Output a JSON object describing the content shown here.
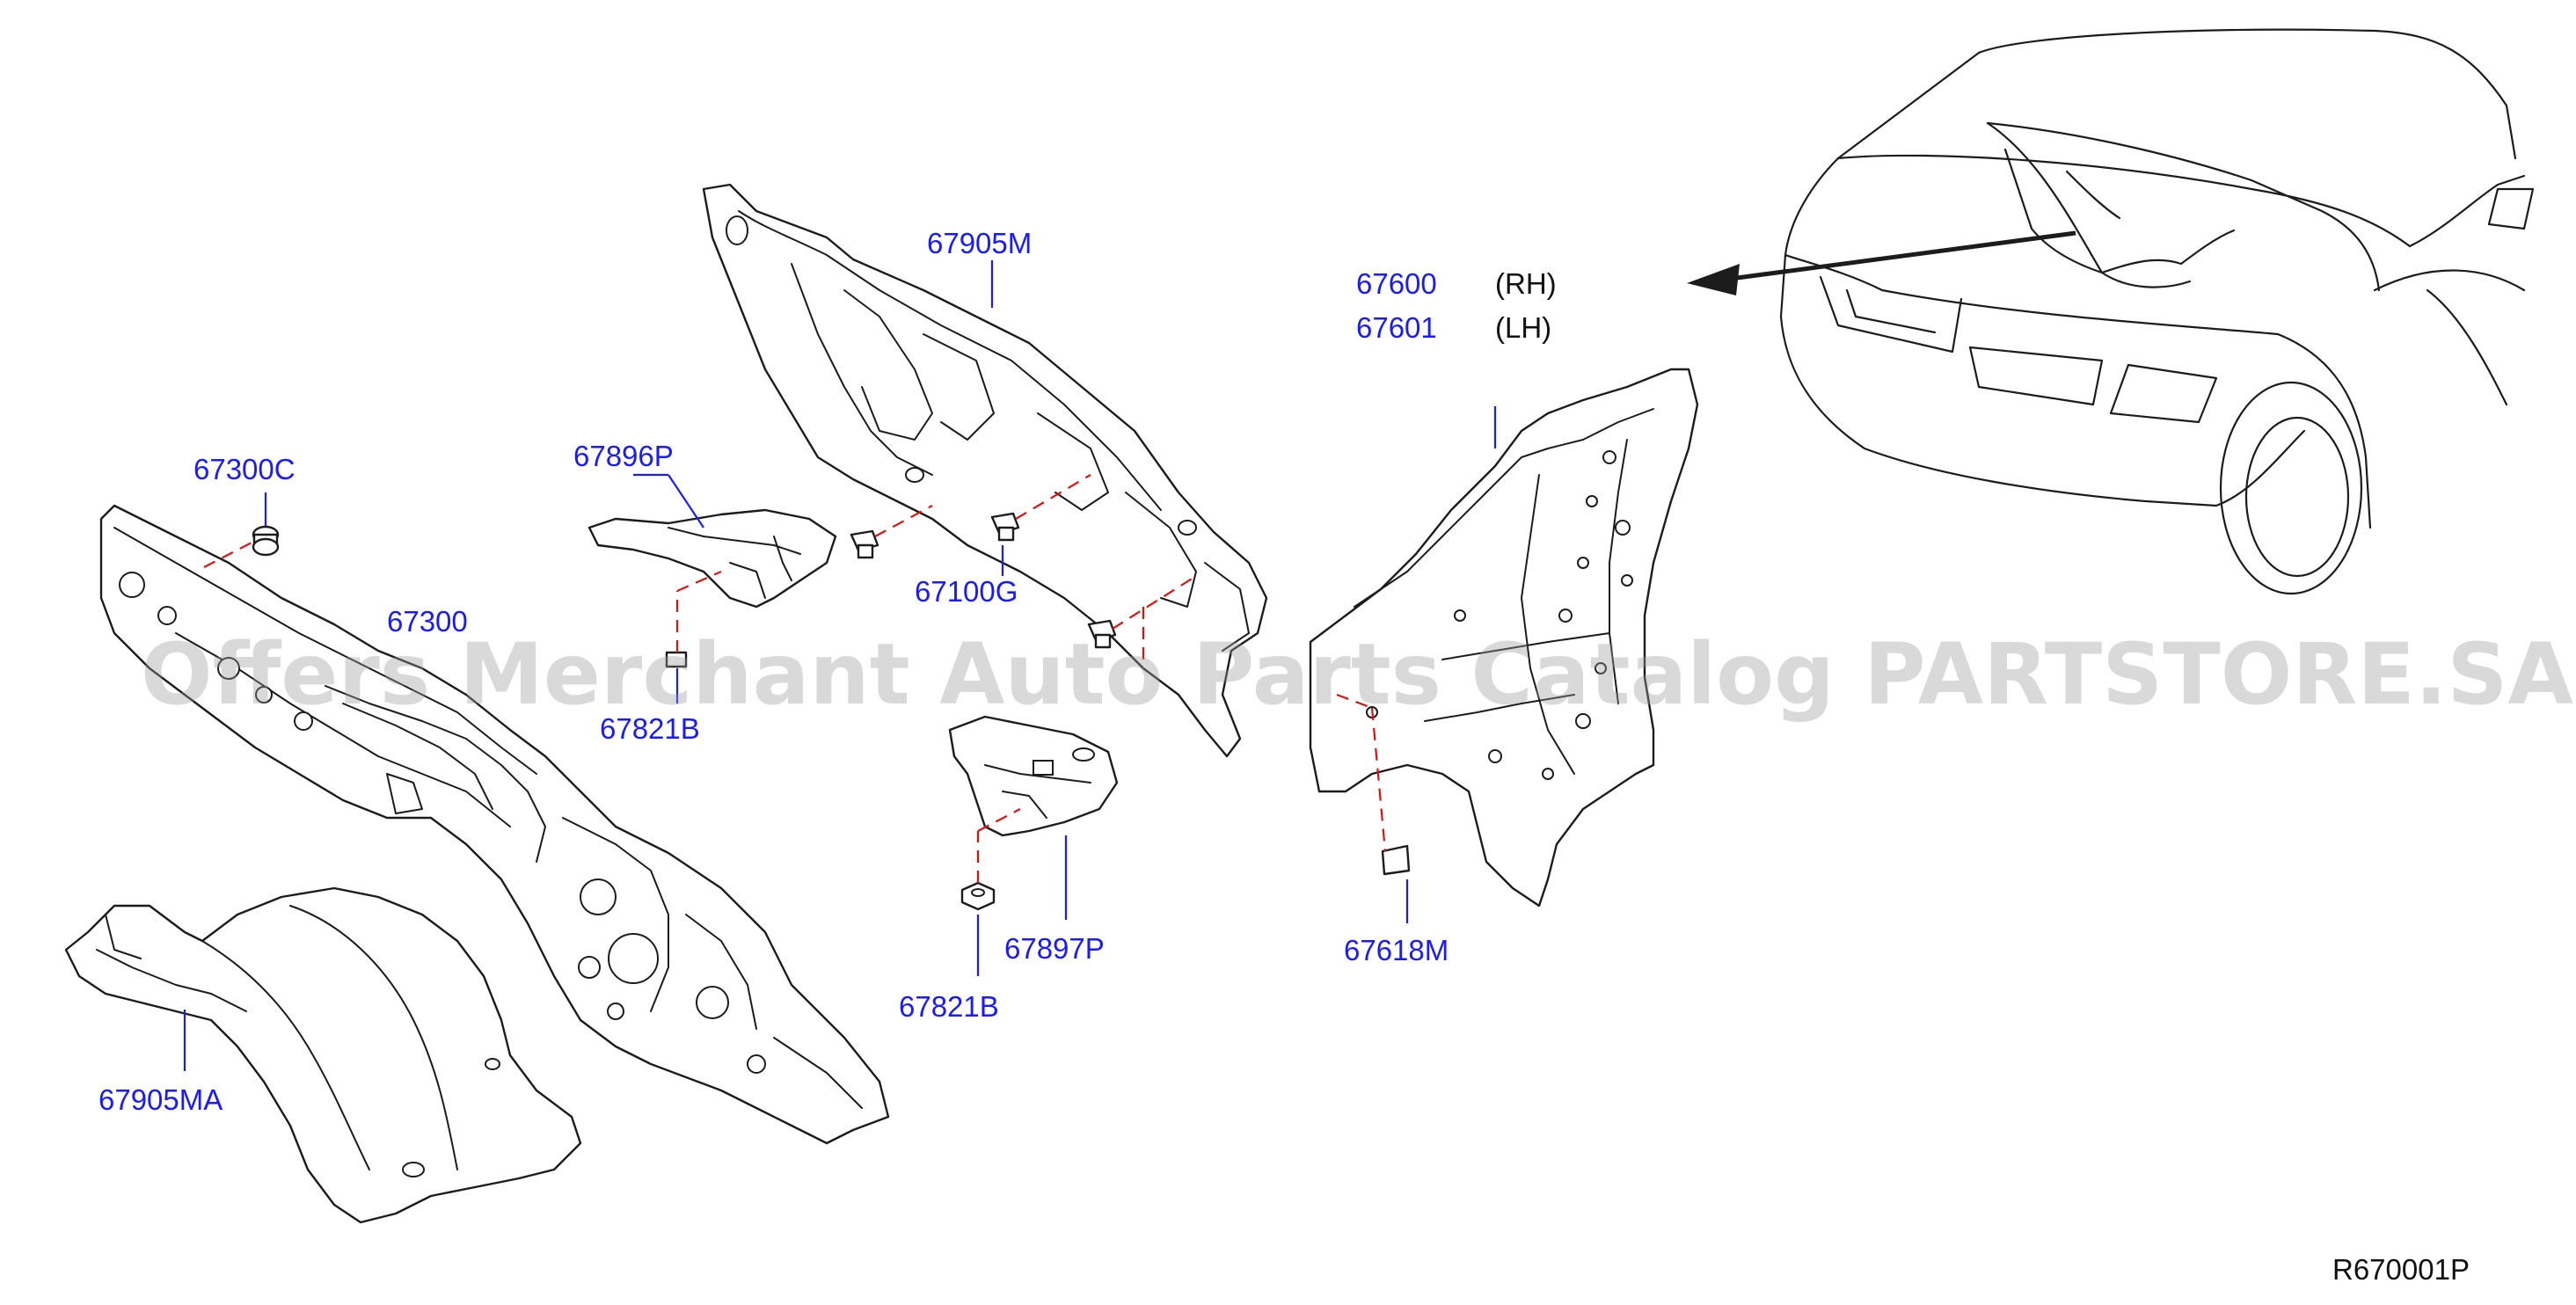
{
  "watermark": "Offers Merchant Auto Parts Catalog PARTSTORE.SA",
  "reference_code": "R670001P",
  "labels": {
    "p67905M": "67905M",
    "p67300C": "67300C",
    "p67896P": "67896P",
    "p67300": "67300",
    "p67100G": "67100G",
    "p67821B_upper": "67821B",
    "p67897P": "67897P",
    "p67821B_lower": "67821B",
    "p67905MA": "67905MA",
    "p67618M": "67618M",
    "p67600": "67600",
    "p67601": "67601"
  },
  "sides": {
    "rh": "(RH)",
    "lh": "(LH)"
  },
  "colors": {
    "label_blue": "#1a1aff",
    "dash_red": "#e01010",
    "line_black": "#1c1c1c"
  }
}
